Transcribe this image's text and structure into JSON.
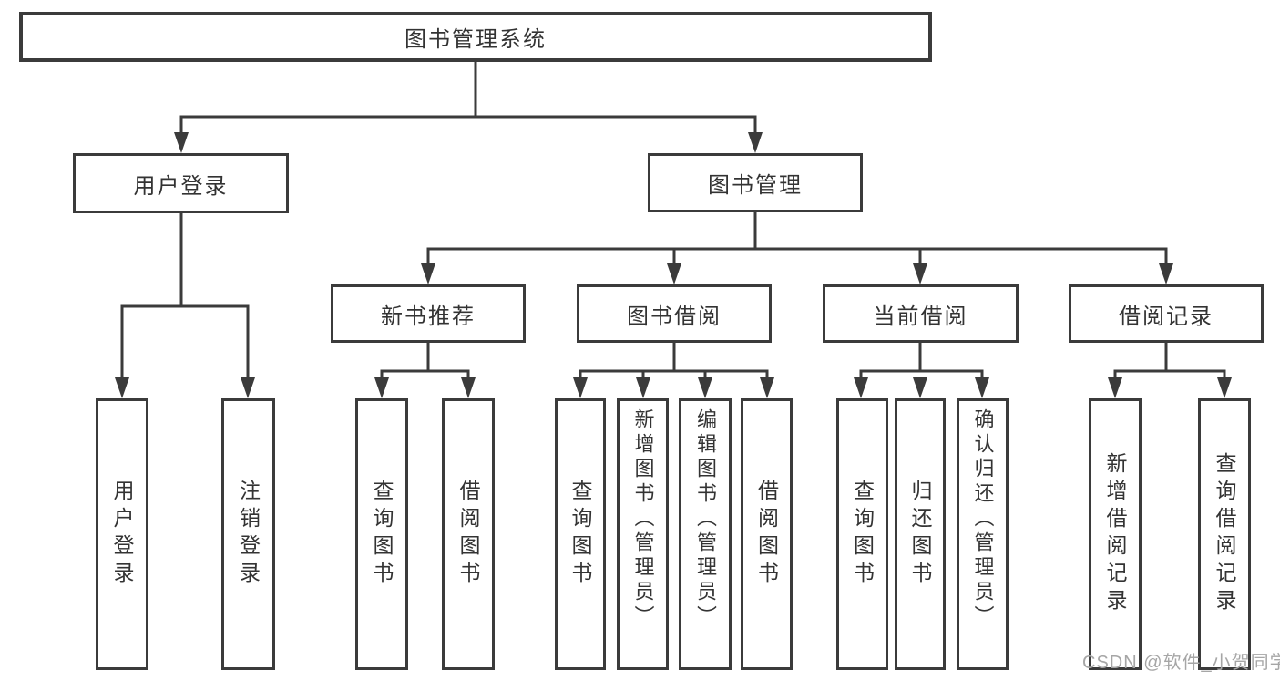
{
  "diagram": {
    "tree": {
      "root": {
        "label": "图书管理系统"
      },
      "level2": [
        {
          "label": "用户登录",
          "leaves": [
            {
              "label": "用户登录"
            },
            {
              "label": "注销登录"
            }
          ]
        },
        {
          "label": "图书管理",
          "groups": [
            {
              "label": "新书推荐",
              "leaves": [
                {
                  "label": "查询图书"
                },
                {
                  "label": "借阅图书"
                }
              ]
            },
            {
              "label": "图书借阅",
              "leaves": [
                {
                  "label": "查询图书"
                },
                {
                  "label": "新增图书（管理员）"
                },
                {
                  "label": "编辑图书（管理员）"
                },
                {
                  "label": "借阅图书"
                }
              ]
            },
            {
              "label": "当前借阅",
              "leaves": [
                {
                  "label": "查询图书"
                },
                {
                  "label": "归还图书"
                },
                {
                  "label": "确认归还（管理员）"
                }
              ]
            },
            {
              "label": "借阅记录",
              "leaves": [
                {
                  "label": "新增借阅记录"
                },
                {
                  "label": "查询借阅记录"
                }
              ]
            }
          ]
        }
      ]
    }
  },
  "watermark": {
    "text": "CSDN @软件_小贺同学"
  },
  "colors": {
    "line": "#3b3b3b",
    "text": "#333333",
    "watermark_gray": "#a6a6a6",
    "background": "#ffffff"
  }
}
